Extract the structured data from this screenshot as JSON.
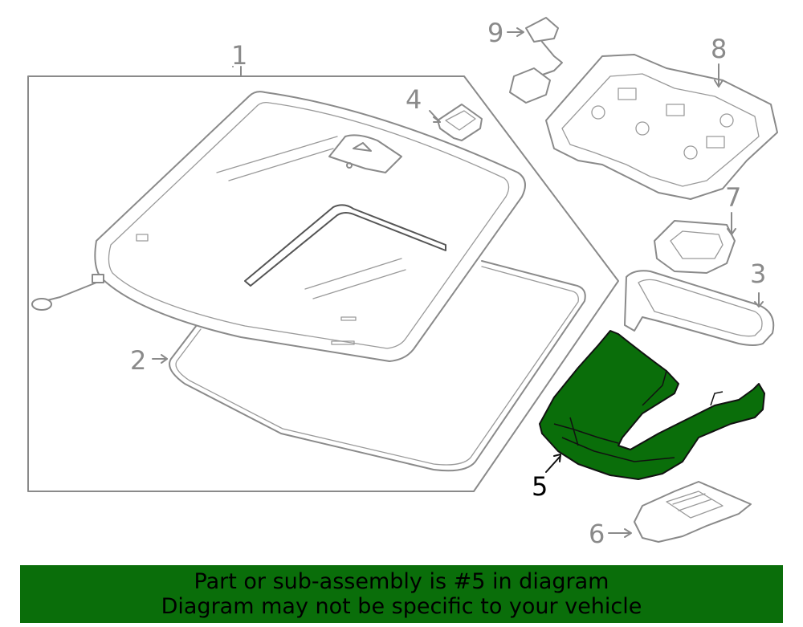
{
  "diagram": {
    "callouts": {
      "c1": "1",
      "c2": "2",
      "c3": "3",
      "c4": "4",
      "c5": "5",
      "c6": "6",
      "c7": "7",
      "c8": "8",
      "c9": "9"
    },
    "highlighted_part": "5",
    "colors": {
      "highlight": "#0a6e0a",
      "line": "#8a8a8a",
      "banner": "#0a6e0a"
    }
  },
  "banner": {
    "line1": "Part or sub-assembly is #5 in diagram",
    "line2": "Diagram may not be specific to your vehicle"
  }
}
